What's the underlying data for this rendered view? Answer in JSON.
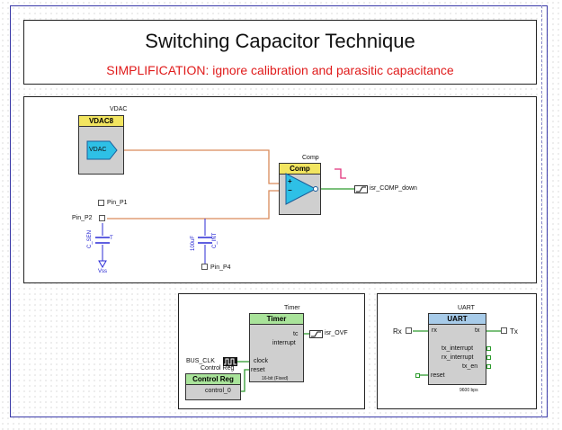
{
  "header": {
    "title": "Switching Capacitor Technique",
    "subtitle": "SIMPLIFICATION: ignore calibration and parasitic capacitance"
  },
  "vdac": {
    "instance_label": "VDAC",
    "component_name": "VDAC8",
    "symbol_label": "VDAC"
  },
  "comparator": {
    "instance_label": "Comp",
    "component_name": "Comp",
    "plus": "+",
    "minus": "−"
  },
  "isr_comp": {
    "label": "isr_COMP_down"
  },
  "pins": {
    "p1": "Pin_P1",
    "p2": "Pin_P2",
    "p4": "Pin_P4"
  },
  "capacitors": {
    "c_sen": "C_SEN",
    "c_int": "C_INT",
    "c_int_value": "100uF",
    "c_sen_value": "T",
    "vss": "Vss"
  },
  "timer": {
    "instance_label": "Timer",
    "component_name": "Timer",
    "tc": "tc",
    "interrupt": "interrupt",
    "clock": "clock",
    "reset": "reset",
    "footer": "16-bit (Fixed)",
    "isr_label": "isr_OVF",
    "bus_clk": "BUS_CLK"
  },
  "control_reg": {
    "instance_label": "Control Reg",
    "component_name": "Control Reg",
    "output": "control_0"
  },
  "uart": {
    "instance_label": "UART",
    "component_name": "UART",
    "rx": "rx",
    "tx": "tx",
    "tx_interrupt": "tx_interrupt",
    "rx_interrupt": "rx_interrupt",
    "tx_en": "tx_en",
    "reset": "reset",
    "baud": "9600 bps",
    "pin_rx": "Rx",
    "pin_tx": "Tx"
  },
  "colors": {
    "wire_orange": "#d98a5a",
    "wire_green": "#2f9a2f",
    "wire_blue": "#2b2bd6",
    "title_red": "#e01b1b",
    "frame_blue": "#3a3aa8"
  }
}
